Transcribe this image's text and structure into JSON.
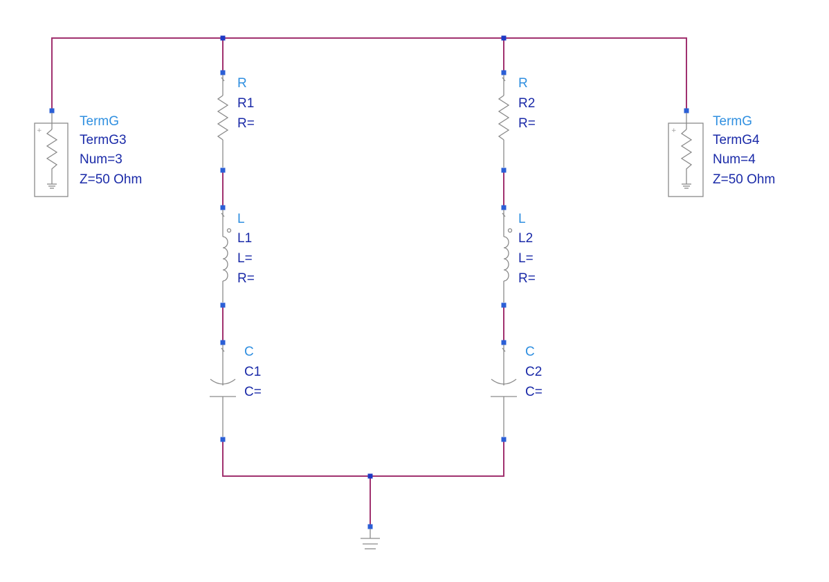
{
  "components": {
    "term_g3": {
      "type": "TermG",
      "name": "TermG3",
      "params": [
        "Num=3",
        "Z=50 Ohm"
      ]
    },
    "term_g4": {
      "type": "TermG",
      "name": "TermG4",
      "params": [
        "Num=4",
        "Z=50 Ohm"
      ]
    },
    "r1": {
      "type": "R",
      "name": "R1",
      "params": [
        "R="
      ]
    },
    "r2": {
      "type": "R",
      "name": "R2",
      "params": [
        "R="
      ]
    },
    "l1": {
      "type": "L",
      "name": "L1",
      "params": [
        "L=",
        "R="
      ]
    },
    "l2": {
      "type": "L",
      "name": "L2",
      "params": [
        "L=",
        "R="
      ]
    },
    "c1": {
      "type": "C",
      "name": "C1",
      "params": [
        "C="
      ]
    },
    "c2": {
      "type": "C",
      "name": "C2",
      "params": [
        "C="
      ]
    }
  },
  "colors": {
    "wire": "#a0306e",
    "component": "#8a8a8a",
    "pin": "#2b5fd6",
    "type_label": "#2f8fe0",
    "name_label": "#1a2aa8"
  }
}
